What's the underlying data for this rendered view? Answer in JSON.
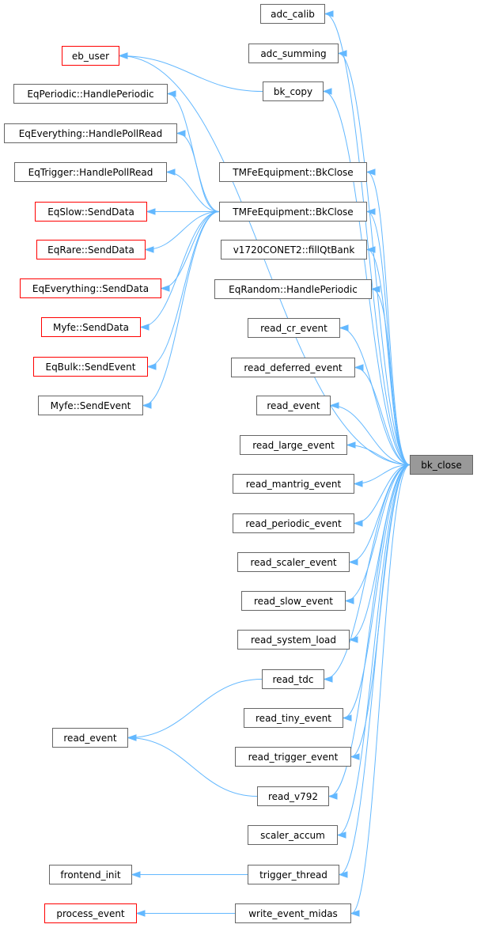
{
  "colors": {
    "edge": "#63b8ff",
    "border": "#666666",
    "incomplete_border": "#ff0000",
    "selected_fill": "#999999",
    "background": "#ffffff"
  },
  "nodes": {
    "bk_close": "bk_close",
    "adc_calib": "adc_calib",
    "adc_summing": "adc_summing",
    "bk_copy": "bk_copy",
    "eb_user": "eb_user",
    "eqperiodic_handleperiodic": "EqPeriodic::HandlePeriodic",
    "eqeverything_handlepollread": "EqEverything::HandlePollRead",
    "eqtrigger_handlepollread": "EqTrigger::HandlePollRead",
    "eqslow_senddata": "EqSlow::SendData",
    "eqrare_senddata": "EqRare::SendData",
    "eqeverything_senddata": "EqEverything::SendData",
    "myfe_senddata": "Myfe::SendData",
    "eqbulk_sendevent": "EqBulk::SendEvent",
    "myfe_sendevent": "Myfe::SendEvent",
    "tmfe_bkclose_1": "TMFeEquipment::BkClose",
    "tmfe_bkclose_2": "TMFeEquipment::BkClose",
    "v1720conet2_fillqtbank": "v1720CONET2::fillQtBank",
    "eqrandom_handleperiodic": "EqRandom::HandlePeriodic",
    "read_cr_event": "read_cr_event",
    "read_deferred_event": "read_deferred_event",
    "read_event": "read_event",
    "read_large_event": "read_large_event",
    "read_mantrig_event": "read_mantrig_event",
    "read_periodic_event": "read_periodic_event",
    "read_scaler_event": "read_scaler_event",
    "read_slow_event": "read_slow_event",
    "read_system_load": "read_system_load",
    "read_tdc": "read_tdc",
    "read_event_left": "read_event",
    "read_tiny_event": "read_tiny_event",
    "read_trigger_event": "read_trigger_event",
    "read_v792": "read_v792",
    "scaler_accum": "scaler_accum",
    "frontend_init": "frontend_init",
    "trigger_thread": "trigger_thread",
    "process_event": "process_event",
    "write_event_midas": "write_event_midas"
  }
}
